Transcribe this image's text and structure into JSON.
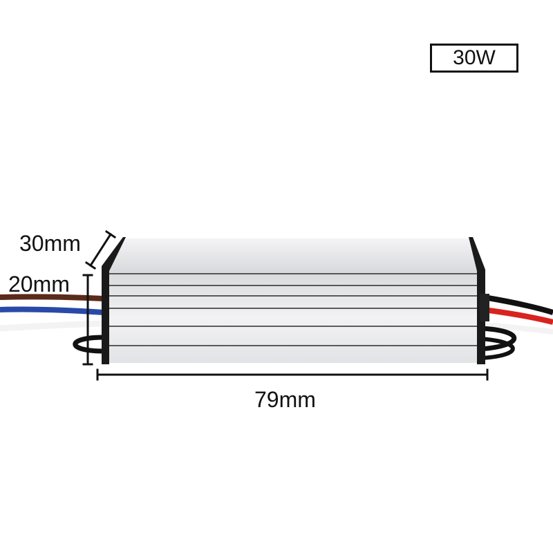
{
  "badge": {
    "power": "30W"
  },
  "dimensions": {
    "depth": "30mm",
    "height": "20mm",
    "width": "79mm"
  },
  "colors": {
    "background": "#ffffff",
    "casing": "#e6e7ea",
    "end_cap": "#1a1a1a",
    "wire_brown": "#5a2a1a",
    "wire_blue": "#2a4aa8",
    "wire_black": "#111111",
    "wire_red": "#d8231e",
    "annotation": "#111111"
  },
  "icons": {
    "product": "led-driver-image"
  }
}
